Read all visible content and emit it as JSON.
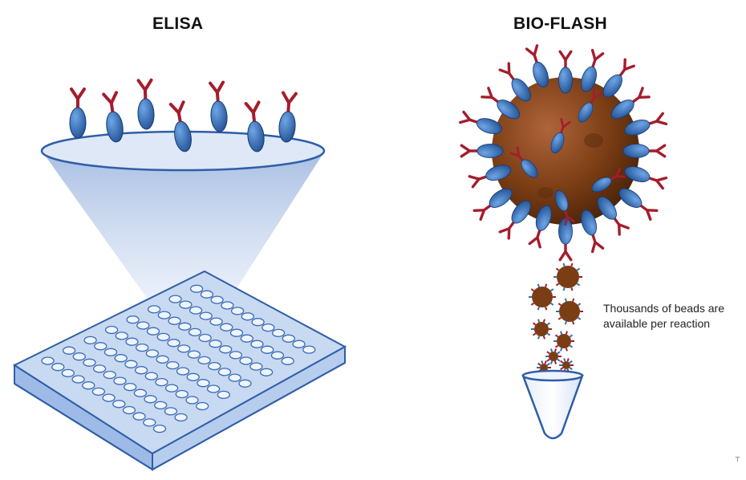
{
  "titles": {
    "left": "ELISA",
    "right": "BIO-FLASH"
  },
  "caption": {
    "line1": "Thousands of beads are",
    "line2": "available per reaction"
  },
  "colors": {
    "antibody_arm": "#a51d2d",
    "antigen_body": "#2f6fb8",
    "bead": "#7a3d14",
    "plate": "#a9c6ea",
    "cone": "#c5d6ef"
  },
  "plate": {
    "rows": 8,
    "columns": 12
  }
}
